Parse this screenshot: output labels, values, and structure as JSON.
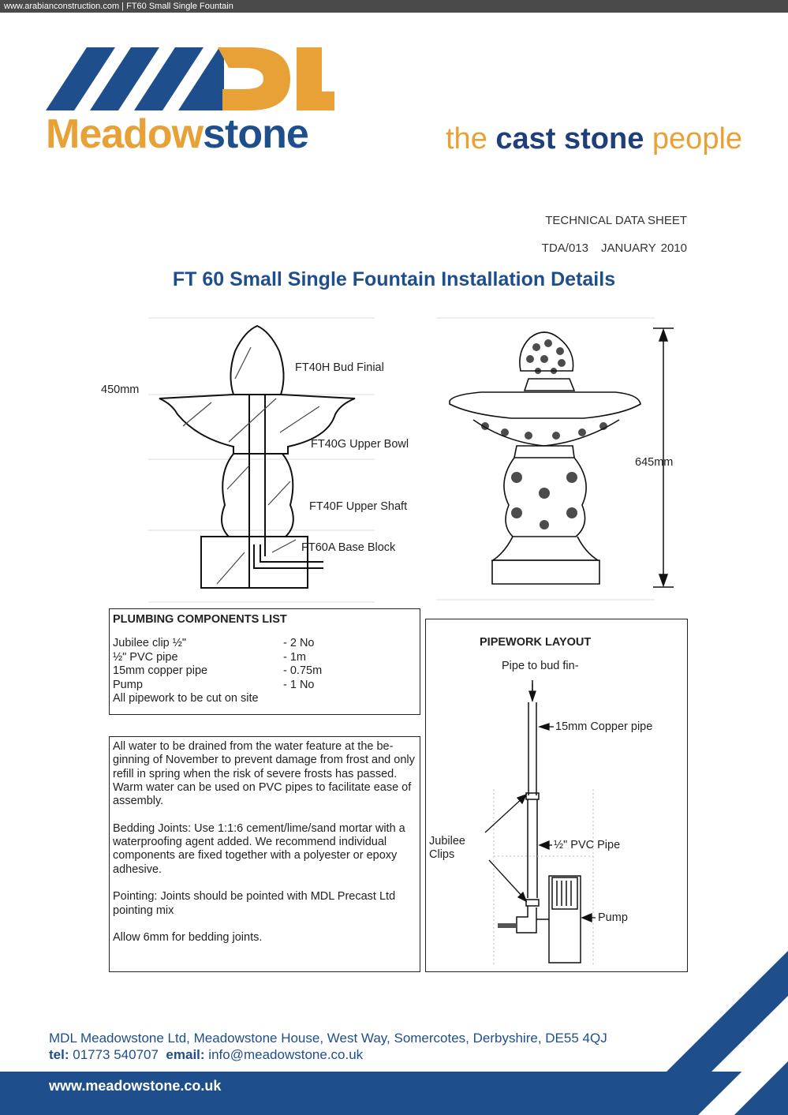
{
  "topbar": {
    "text": "www.arabianconstruction.com | FT60 Small Single Fountain"
  },
  "brand": {
    "part1": "Meadow",
    "part2": "stone"
  },
  "tagline": {
    "t1": "the ",
    "t2": "cast stone",
    "t3": " people"
  },
  "header": {
    "sheet_type": "TECHNICAL DATA SHEET",
    "ref": "TDA/013",
    "date": "JANUARY 2010"
  },
  "title": "FT 60 Small Single Fountain Installation Details",
  "section_diagram": {
    "height_left": "450mm",
    "height_right": "645mm",
    "parts": [
      "FT40H Bud Finial",
      "FT40G Upper Bowl",
      "FT40F Upper Shaft",
      "FT60A Base Block"
    ]
  },
  "plumbing": {
    "heading": "PLUMBING COMPONENTS LIST",
    "items": [
      {
        "name": "Jubilee clip ½\"",
        "qty": "- 2 No"
      },
      {
        "name": "½\" PVC pipe",
        "qty": "- 1m"
      },
      {
        "name": "15mm copper pipe",
        "qty": "- 0.75m"
      },
      {
        "name": "Pump",
        "qty": "- 1 No"
      }
    ],
    "note": "All pipework to be cut on site"
  },
  "notes": {
    "p1": "All water to be drained from the water feature at the be-ginning of November to prevent damage from frost and only refill in spring when the risk of severe frosts has passed. Warm water can be used on PVC pipes to facilitate ease of assembly.",
    "p2": "Bedding Joints: Use 1:1:6 cement/lime/sand mortar with a waterproofing agent added. We recommend individual components are fixed together with a polyester or epoxy adhesive.",
    "p3": "Pointing: Joints should be pointed with MDL Precast Ltd pointing mix",
    "p4": "Allow 6mm for bedding joints."
  },
  "pipework": {
    "heading": "PIPEWORK LAYOUT",
    "pipe_to_bud": "Pipe to bud fin-",
    "copper": "15mm Copper pipe",
    "clips": "Jubilee Clips",
    "pvc": "½\" PVC Pipe",
    "pump": "Pump"
  },
  "footer": {
    "address": "MDL Meadowstone Ltd, Meadowstone House, West Way, Somercotes, Derbyshire, DE55 4QJ",
    "tel_label": "tel:",
    "tel": "01773 540707",
    "email_label": "email:",
    "email": "info@meadowstone.co.uk",
    "website": "www.meadowstone.co.uk"
  },
  "colors": {
    "brand_blue": "#1f4e8c",
    "brand_orange": "#e8a137"
  }
}
